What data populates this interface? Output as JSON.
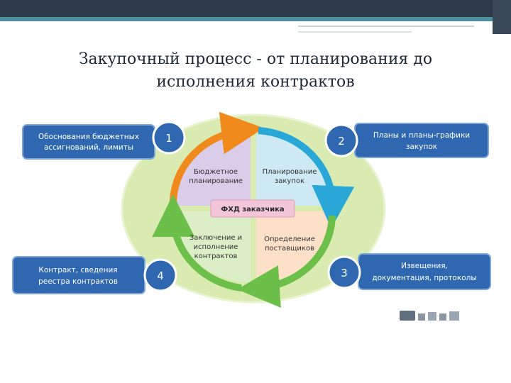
{
  "slide": {
    "title_line1": "Закупочный процесс - от планирования до",
    "title_line2": "исполнения контрактов"
  },
  "diagram": {
    "center_label": "ФХД заказчика",
    "quadrants": [
      {
        "line1": "Бюджетное",
        "line2": "планирование",
        "color": "#d9cde9"
      },
      {
        "line1": "Планирование",
        "line2": "закупок",
        "color": "#cde9f3"
      },
      {
        "line1": "Определение",
        "line2": "поставщиков",
        "color": "#fde0c8"
      },
      {
        "line1": "Заключение и",
        "line2": "исполнение",
        "line3": "контрактов",
        "color": "#dbeec6"
      }
    ],
    "steps": [
      {
        "num": "1",
        "box_line1": "Обоснования бюджетных",
        "box_line2": "ассигнований, лимиты"
      },
      {
        "num": "2",
        "box_line1": "Планы и планы-графики",
        "box_line2": "закупок"
      },
      {
        "num": "3",
        "box_line1": "Извещения,",
        "box_line2": "документация, протоколы"
      },
      {
        "num": "4",
        "box_line1": "Контракт, сведения",
        "box_line2": "реестра контрактов"
      }
    ],
    "colors": {
      "box_blue": "#2f67b1",
      "ellipse": "#d9ebb0",
      "arrow_orange": "#f08a1c",
      "arrow_teal": "#29a8d8",
      "arrow_green": "#6cc04a",
      "center_pink": "#f2c6d8"
    }
  }
}
